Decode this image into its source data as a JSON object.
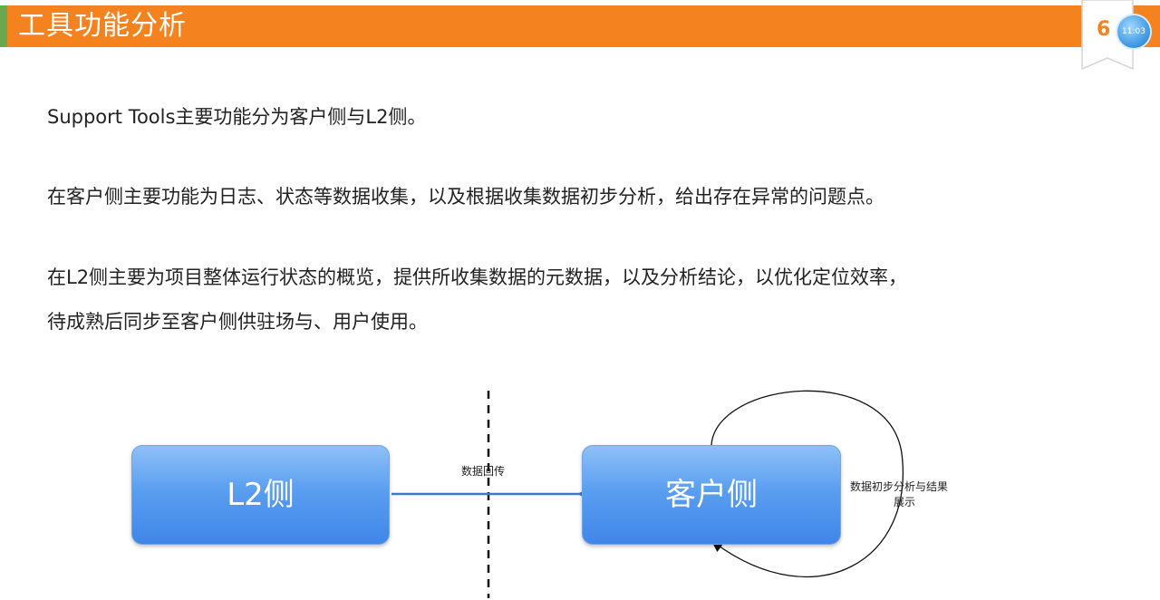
{
  "header": {
    "title": "工具功能分析",
    "page_number": "6",
    "clock": "11:03"
  },
  "body": {
    "paragraphs": [
      "Support Tools主要功能分为客户侧与L2侧。",
      "在客户侧主要功能为日志、状态等数据收集，以及根据收集数据初步分析，给出存在异常的问题点。",
      "在L2侧主要为项目整体运行状态的概览，提供所收集数据的元数据，以及分析结论，以优化定位效率，",
      "待成熟后同步至客户侧供驻场与、用户使用。"
    ]
  },
  "diagram": {
    "l2_box": "L2侧",
    "client_box": "客户侧",
    "data_return_label": "数据回传",
    "analysis_label_line1": "数据初步分析与结果",
    "analysis_label_line2": "展示",
    "box_color": "#4a90e8",
    "accent_color": "#f4821f"
  }
}
